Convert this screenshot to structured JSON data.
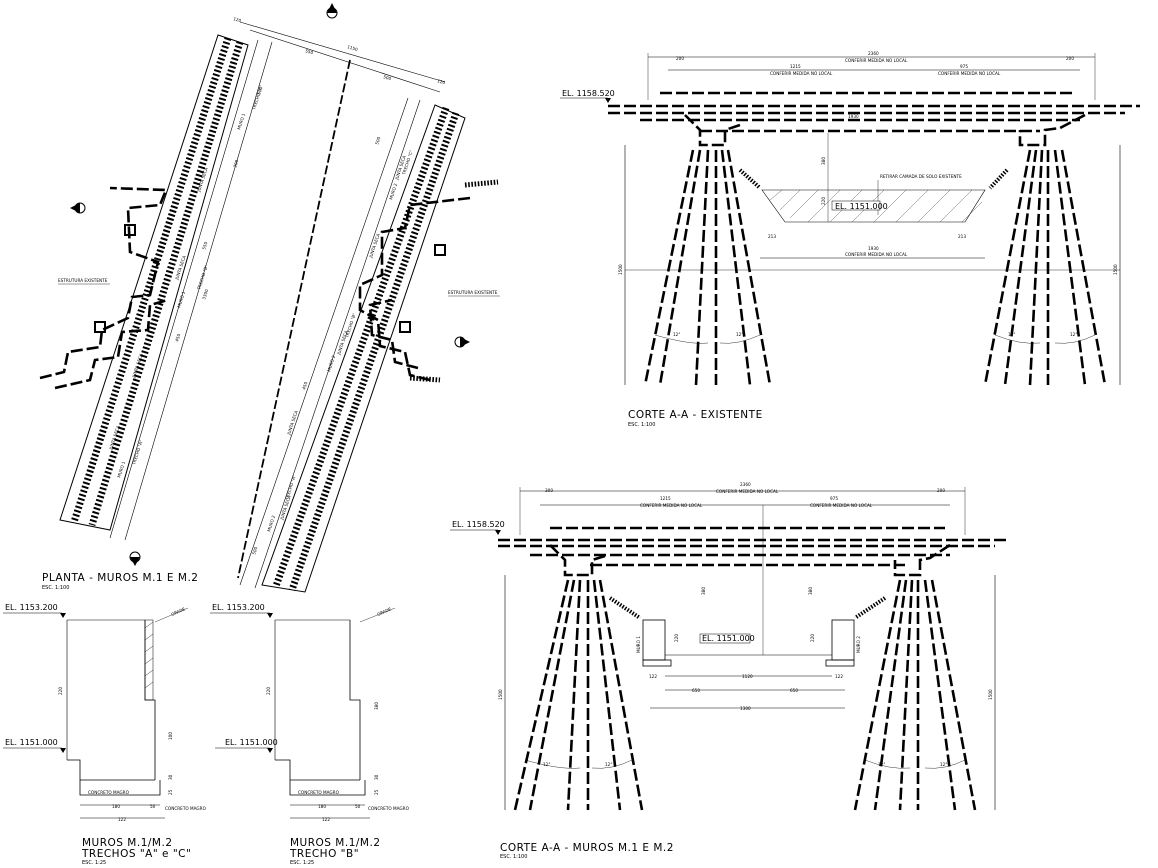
{
  "plan": {
    "title": "PLANTA - MUROS M.1 E M.2",
    "scale": "ESC. 1:100",
    "labels": {
      "existing_left": "ESTRUTURA EXISTENTE",
      "existing_right": "ESTRUTURA EXISTENTE",
      "joint": "JUNTA SECA",
      "muro1": "MURO 1",
      "muro2": "MURO 2",
      "trecho_a": "TRECHO \"A\"",
      "trecho_b": "TRECHO \"B\"",
      "trecho_c": "TRECHO \"C\""
    },
    "dims": [
      "1150",
      "550",
      "500",
      "500",
      "120",
      "120",
      "300",
      "550",
      "3300",
      "450",
      "450",
      "500",
      "500"
    ]
  },
  "section_existing": {
    "title": "CORTE A-A - EXISTENTE",
    "scale": "ESC. 1:100",
    "elevation_top": "EL. 1158.520",
    "elevation_bottom": "EL. 1151.000",
    "dim_total": "2360",
    "dim_total_note": "CONFERIR MEDIDA NO LOCAL",
    "dim_left": "1215",
    "dim_right": "975",
    "dim_note": "CONFERIR MEDIDA NO LOCAL",
    "dim_side": "200",
    "dim_height": "1500",
    "dim_mid": "380",
    "dim_220": "220",
    "dim_1930": "1930",
    "dim_213": "213",
    "dim_conferir_short": "CONFERIR MEDIDA NO LOCAL",
    "remove_note": "RETIRAR CAMADA DE SOLO EXISTENTE",
    "angle": "12°"
  },
  "section_walls": {
    "title": "CORTE A-A - MUROS M.1 E M.2",
    "scale": "ESC. 1:100",
    "elevation_top": "EL. 1158.520",
    "elevation_bottom": "EL. 1151.000",
    "dim_total": "2360",
    "dim_total_note": "CONFERIR MEDIDA NO LOCAL",
    "dim_left": "1215",
    "dim_right": "975",
    "dim_side_left": "300",
    "dim_side_right": "200",
    "dim_height": "1500",
    "dim_1120": "1120",
    "dim_650a": "650",
    "dim_650b": "650",
    "dim_1300": "1300",
    "dim_122": "122",
    "dim_220": "220",
    "dim_380": "380",
    "muro1": "MURO 1",
    "muro2": "MURO 2",
    "angle": "12°"
  },
  "detail_ac": {
    "title_line1": "MUROS M.1/M.2",
    "title_line2": "TRECHOS \"A\" e \"C\"",
    "scale": "ESC. 1:25",
    "elevation_top": "EL. 1153.200",
    "elevation_bottom": "EL. 1151.000",
    "concrete": "CONCRETO MAGRO",
    "concrete2": "CONCRETO MAGRO",
    "grade": "GRADE",
    "dims": [
      "220",
      "100",
      "180",
      "122",
      "50",
      "30",
      "25"
    ]
  },
  "detail_b": {
    "title_line1": "MUROS M.1/M.2",
    "title_line2": "TRECHO \"B\"",
    "scale": "ESC. 1:25",
    "elevation_top": "EL. 1153.200",
    "elevation_bottom": "EL. 1151.000",
    "concrete": "CONCRETO MAGRO",
    "concrete2": "CONCRETO MAGRO",
    "grade": "GRADE",
    "dims": [
      "220",
      "380",
      "180",
      "122",
      "50",
      "30",
      "25"
    ]
  }
}
